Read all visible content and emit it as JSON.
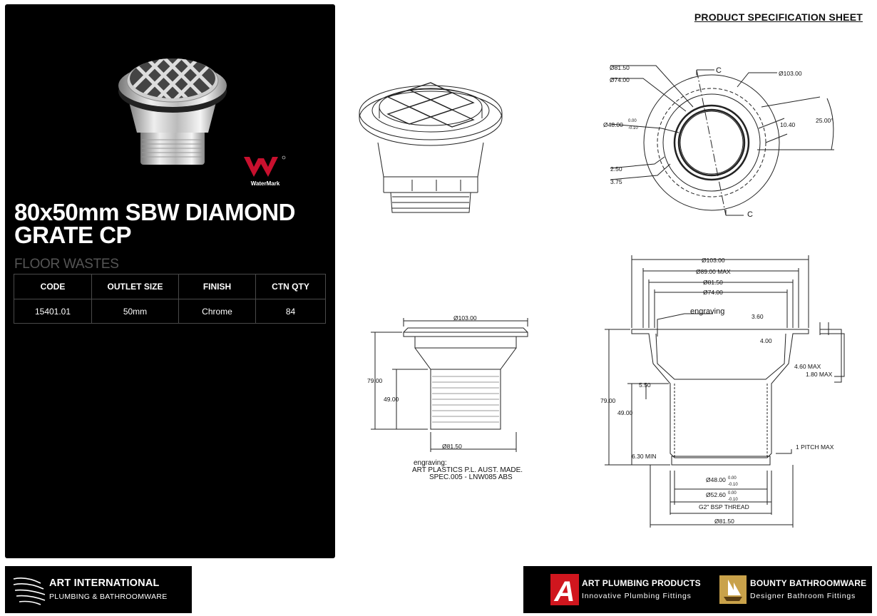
{
  "sheet_title": "PRODUCT SPECIFICATION SHEET",
  "product": {
    "title_line1": "80x50mm SBW DIAMOND",
    "title_line2": "GRATE CP",
    "category": "FLOOR WASTES"
  },
  "watermark_label": "WaterMark",
  "spec_table": {
    "headers": [
      "CODE",
      "OUTLET SIZE",
      "FINISH",
      "CTN QTY"
    ],
    "row": [
      "15401.01",
      "50mm",
      "Chrome",
      "84"
    ]
  },
  "top_view": {
    "d1": "Ø81.50",
    "d2": "Ø74.00",
    "d3": "Ø103.00",
    "d4": "Ø48.00",
    "tol_up": "0.00",
    "tol_dn": "-0.10",
    "w1": "2.50",
    "w2": "3.75",
    "w3": "10.40",
    "angle": "25.00°",
    "sec1": "C",
    "sec2": "C"
  },
  "side_view": {
    "top": "Ø103.00",
    "h1": "79.00",
    "h2": "49.00",
    "bottom": "Ø81.50",
    "engraving_label": "engraving:",
    "engraving_line1": "ART PLASTICS P.L. AUST. MADE.",
    "engraving_line2": "SPEC.005 - LNW085  ABS"
  },
  "section_view": {
    "d103": "Ø103.00",
    "d89": "Ø89.00 MAX",
    "d815": "Ø81.50",
    "d74": "Ø74.00",
    "engraving": "engraving",
    "v360": "3.60",
    "v400": "4.00",
    "v460": "4.60 MAX",
    "v180": "1.80 MAX",
    "v550": "5.50",
    "h79": "79.00",
    "h49": "49.00",
    "v630": "6.30 MIN",
    "pitch": "1 PITCH MAX",
    "d48": "Ø48.00",
    "d526": "Ø52.60",
    "tol_up": "0.00",
    "tol_dn": "-0.10",
    "thread": "G2\" BSP THREAD",
    "d815b": "Ø81.50"
  },
  "footer": {
    "art_intl_name": "ART INTERNATIONAL",
    "art_intl_tag": "PLUMBING & BATHROOMWARE",
    "art_plumb_name": "ART PLUMBING PRODUCTS",
    "art_plumb_tag": "Innovative Plumbing Fittings",
    "art_plumb_letter": "A",
    "bounty_name": "BOUNTY BATHROOMWARE",
    "bounty_tag": "Designer Bathroom Fittings"
  },
  "colors": {
    "panel": "#000000",
    "watermark_red": "#c8102e",
    "art_red": "#d0161e",
    "bounty_gold": "#c9a24a"
  }
}
